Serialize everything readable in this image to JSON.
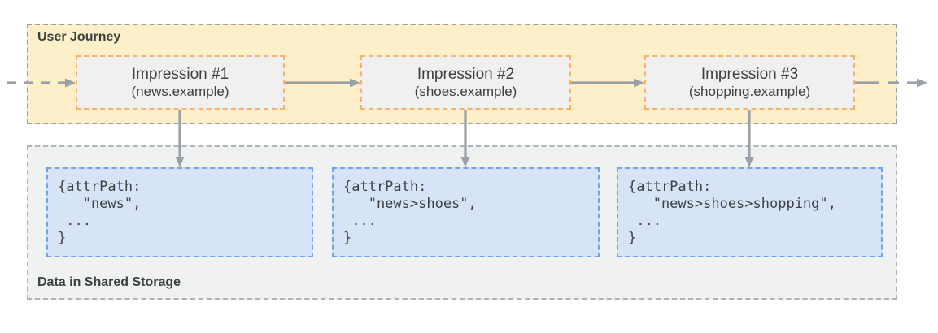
{
  "journey": {
    "label": "User Journey",
    "impressions": [
      {
        "title": "Impression #1",
        "site": "(news.example)"
      },
      {
        "title": "Impression #2",
        "site": "(shoes.example)"
      },
      {
        "title": "Impression #3",
        "site": "(shopping.example)"
      }
    ]
  },
  "storage": {
    "label": "Data in Shared Storage",
    "entries": [
      {
        "code": "{attrPath:\n   \"news\",\n ...\n}"
      },
      {
        "code": "{attrPath:\n   \"news>shoes\",\n ...\n}"
      },
      {
        "code": "{attrPath:\n   \"news>shoes>shopping\",\n ...\n}"
      }
    ]
  },
  "colors": {
    "journey_bg": "#fcefc9",
    "journey_border": "#9aa0a6",
    "impression_bg": "#f0f0f0",
    "impression_border": "#f9b266",
    "storage_bg": "#f0f1f1",
    "storage_border": "#aeb3b9",
    "data_bg": "#d7e4f8",
    "data_border": "#6fa1f7",
    "arrow": "#9aa0a6",
    "text": "#3c4043"
  }
}
